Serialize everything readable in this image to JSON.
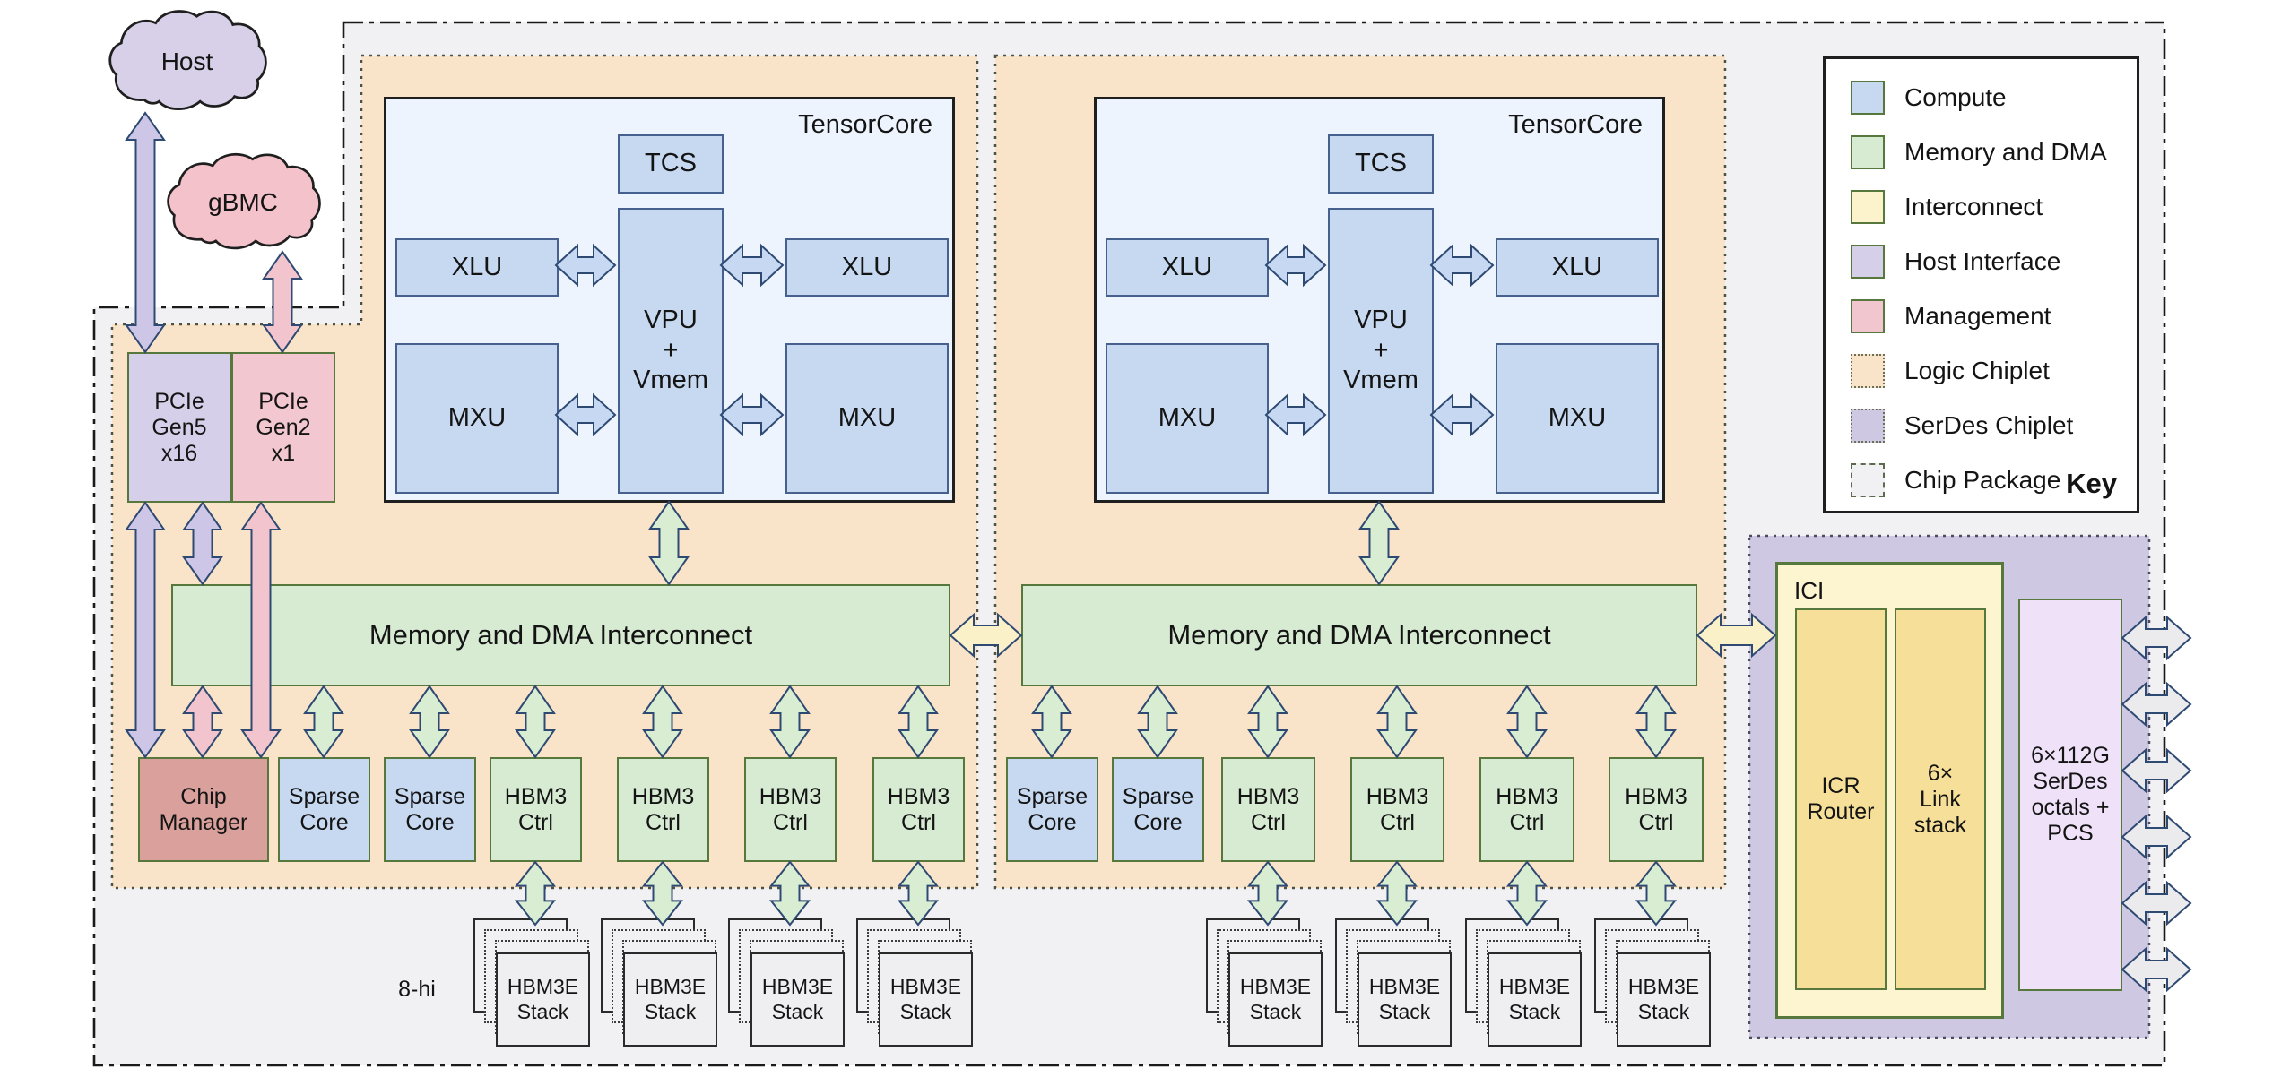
{
  "clouds": {
    "host": "Host",
    "gbmc": "gBMC"
  },
  "host_interface": {
    "pcie_gen5": "PCIe\nGen5\nx16",
    "pcie_gen2": "PCIe\nGen2\nx1"
  },
  "tensorcore": {
    "title": "TensorCore",
    "tcs": "TCS",
    "xlu": "XLU",
    "mxu": "MXU",
    "vpu": "VPU\n+\nVmem"
  },
  "interconnect": {
    "label": "Memory and DMA Interconnect"
  },
  "blocks": {
    "chip_manager": "Chip\nManager",
    "sparse_core": "Sparse\nCore",
    "hbm3_ctrl": "HBM3\nCtrl",
    "hbm3e_stack": "HBM3E\nStack",
    "stack_height_note": "8-hi"
  },
  "ici": {
    "title": "ICI",
    "icr_router": "ICR\nRouter",
    "link_stack": "6×\nLink\nstack",
    "serdes_pcs": "6×112G\nSerDes\noctals +\nPCS"
  },
  "legend": {
    "title": "Key",
    "items": [
      {
        "label": "Compute",
        "color": "#c7d9f1",
        "border": "solid"
      },
      {
        "label": "Memory and DMA",
        "color": "#d7ebd3",
        "border": "solid"
      },
      {
        "label": "Interconnect",
        "color": "#fcf3cd",
        "border": "solid"
      },
      {
        "label": "Host Interface",
        "color": "#d6cfe9",
        "border": "solid"
      },
      {
        "label": "Management",
        "color": "#f2c6ce",
        "border": "solid"
      },
      {
        "label": "Logic Chiplet",
        "color": "#f9e4c9",
        "border": "dotted"
      },
      {
        "label": "SerDes Chiplet",
        "color": "#cfc8e3",
        "border": "dotted"
      },
      {
        "label": "Chip Package",
        "color": "#f1f1f3",
        "border": "dashdot"
      }
    ]
  },
  "colors": {
    "arrow_outline": "#2e4a73",
    "arrow_purple": "#cdc6e6",
    "arrow_pink": "#f2c5ce",
    "arrow_green": "#d9edd3",
    "arrow_yellow": "#fbf1c9",
    "arrow_gray": "#ebebee",
    "arrow_blue": "#c6d8f2",
    "box_border_green": "#56783c",
    "compute_border": "#46618e",
    "logic_chiplet_fill": "#f9e4c9",
    "serdes_chiplet_fill": "#cfc8e3",
    "package_fill": "#f1f1f3"
  }
}
